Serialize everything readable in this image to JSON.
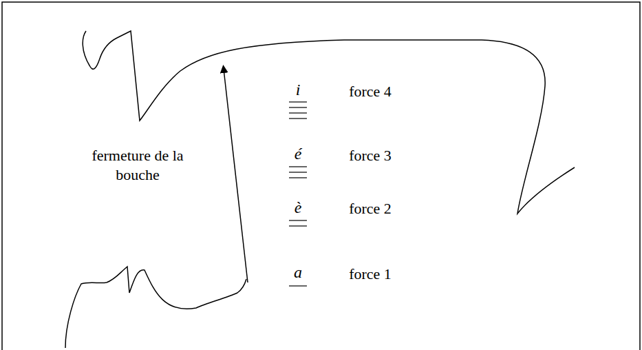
{
  "diagram": {
    "labels": [
      "fermeture de la bouche",
      "i",
      "force 4",
      "é",
      "force 3",
      "è",
      "force 2",
      "a",
      "force 1"
    ]
  }
}
